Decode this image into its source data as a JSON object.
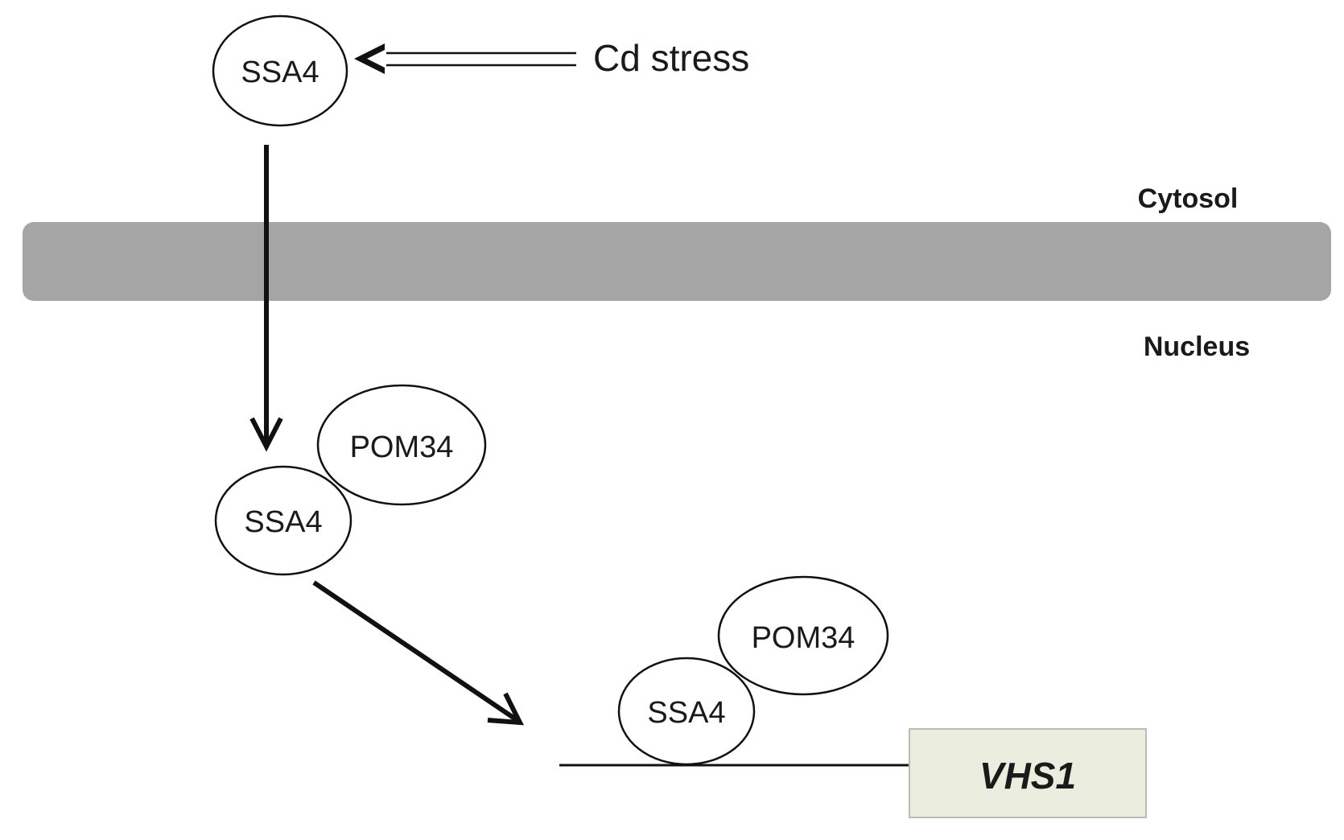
{
  "labels": {
    "stress": "Cd stress",
    "cytosol": "Cytosol",
    "nucleus": "Nucleus"
  },
  "nodes": {
    "ssa4_cytosol": "SSA4",
    "ssa4_complex": "SSA4",
    "pom34_complex": "POM34",
    "ssa4_bound": "SSA4",
    "pom34_bound": "POM34"
  },
  "gene": {
    "name": "VHS1"
  },
  "colors": {
    "membrane": "#a5a5a5",
    "gene_box": "#ebeedf",
    "gene_box_border": "#b9bcae",
    "stroke": "#111111"
  }
}
